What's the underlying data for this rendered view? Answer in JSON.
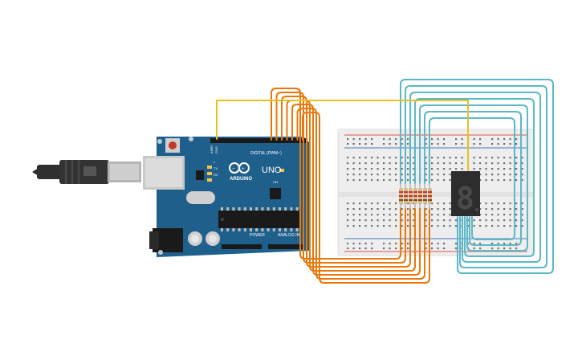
{
  "board": {
    "logo_text": "ARDUINO",
    "model_text": "UNO",
    "digital_label": "DIGITAL (PWM~)",
    "analog_label": "ANALOG IN",
    "power_label": "POWER",
    "aref_label": "AREF",
    "gnd_label": "GND",
    "tx_label": "TX",
    "rx_label": "RX",
    "l_label": "L",
    "on_label": "ON"
  },
  "display": {
    "digit": "8"
  },
  "colors": {
    "pcb": "#1f5f8c",
    "breadboard": "#eeeeee",
    "wire_signal": "#e8780a",
    "wire_display": "#5bb8c8",
    "wire_ground": "#e6c21e",
    "rail_red": "#d9534f",
    "rail_blue": "#4a76b8",
    "resistor_body": "#d9b88c",
    "display_body": "#2d2d2d",
    "segment_off": "#4a4a4a"
  },
  "icons": [
    "usb-cable-icon",
    "arduino-infinity-logo-icon",
    "reset-button-icon"
  ]
}
